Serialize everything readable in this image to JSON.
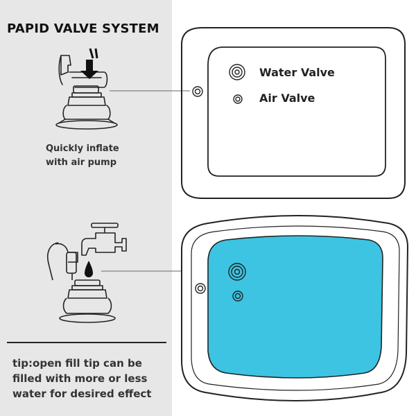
{
  "title": "PAPID VALVE SYSTEM",
  "inflate_caption": [
    "Quickly inflate",
    "with air pump"
  ],
  "valve_labels": {
    "water": "Water Valve",
    "air": "Air Valve"
  },
  "tip_lines": [
    "tip:open fill tip can be",
    "filled with more or less",
    "water for desired effect"
  ],
  "colors": {
    "left_panel": "#e7e7e7",
    "water_fill": "#3cc4e2",
    "outline": "#222222"
  },
  "icons": [
    "air-pump-icon",
    "down-arrow-icon",
    "water-tap-icon",
    "water-drop-icon",
    "valve-icon"
  ]
}
